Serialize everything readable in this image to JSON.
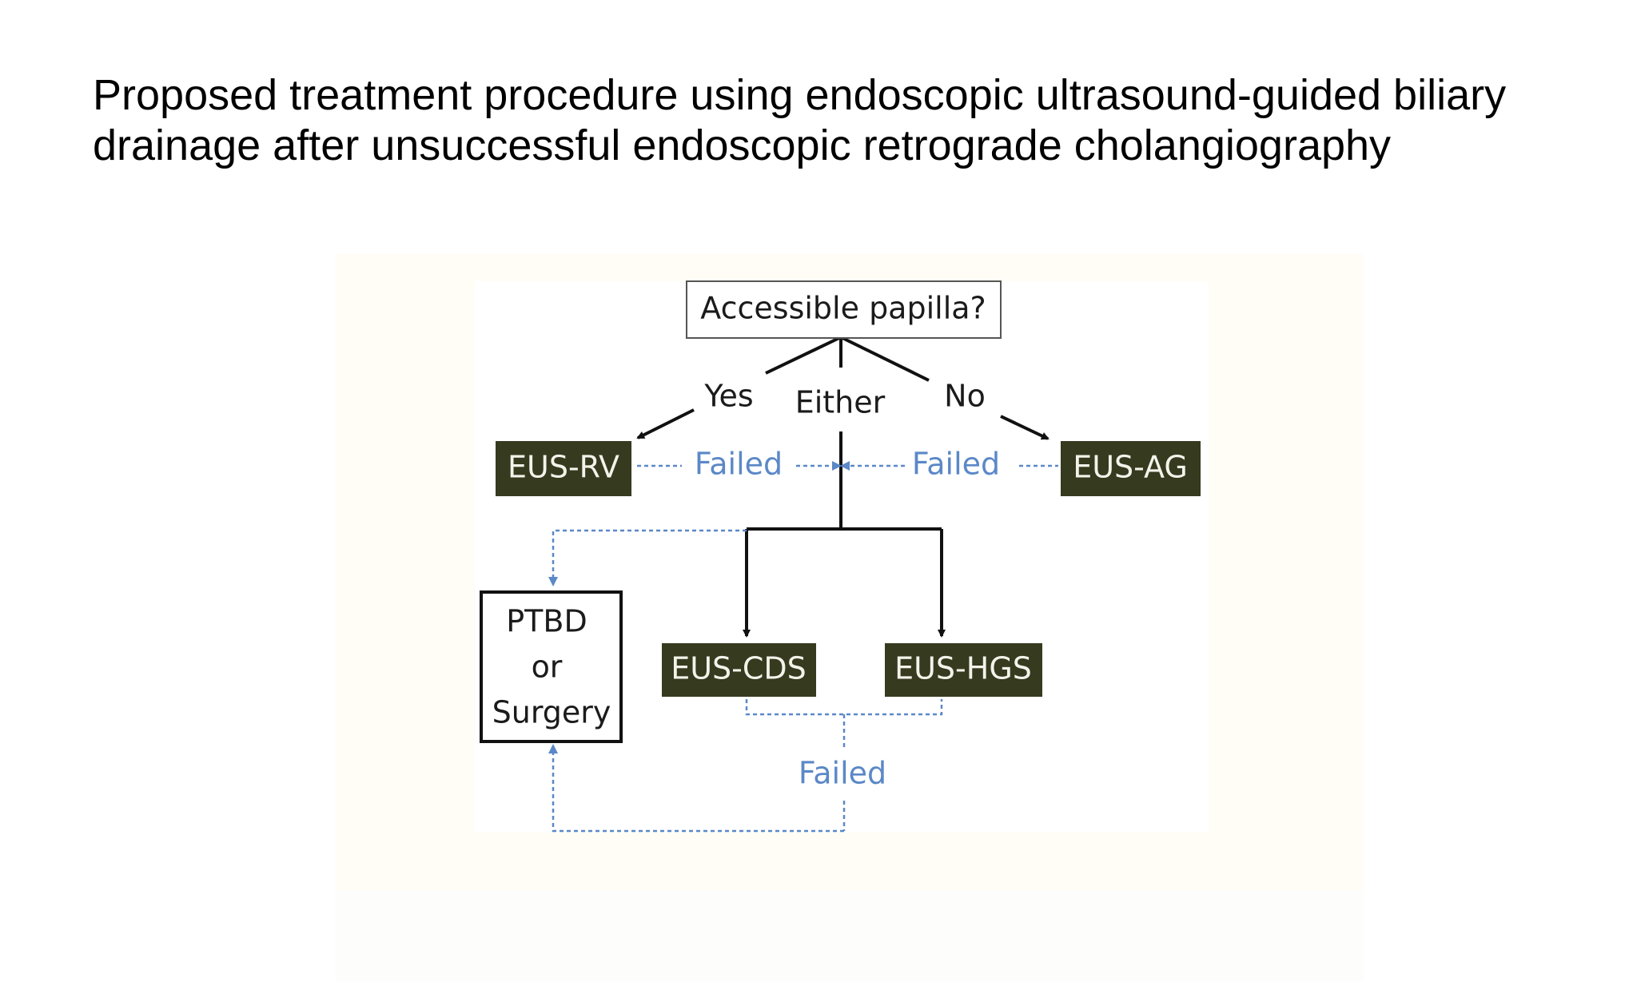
{
  "title": {
    "line1": "Proposed treatment procedure using endoscopic ultrasound-guided biliary",
    "line2": "drainage after unsuccessful endoscopic retrograde cholangiography"
  },
  "diagram": {
    "start_node": "Accessible papilla?",
    "branch_labels": {
      "yes": "Yes",
      "either": "Either",
      "no": "No"
    },
    "nodes": {
      "eus_rv": "EUS-RV",
      "eus_ag": "EUS-AG",
      "eus_cds": "EUS-CDS",
      "eus_hgs": "EUS-HGS",
      "ptbd_line1": "PTBD",
      "ptbd_line2": "or",
      "ptbd_line3": "Surgery"
    },
    "failed_labels": {
      "left": "Failed",
      "right": "Failed",
      "bottom": "Failed"
    },
    "colors": {
      "dark_node_fill": "#363a1f",
      "failed_path": "#5b88c7",
      "solid_path": "#111111"
    }
  }
}
